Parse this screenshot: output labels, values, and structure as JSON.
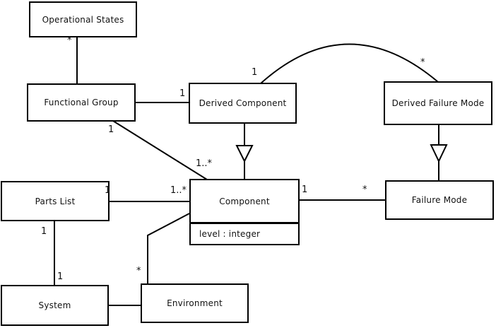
{
  "diagram": {
    "type": "uml-class-diagram",
    "colors": {
      "background": "#ffffff",
      "stroke": "#000000",
      "text": "#111111"
    },
    "classes": {
      "operational_states": {
        "label": "Operational States"
      },
      "functional_group": {
        "label": "Functional Group"
      },
      "derived_component": {
        "label": "Derived Component"
      },
      "derived_failure_mode": {
        "label": "Derived Failure Mode"
      },
      "parts_list": {
        "label": "Parts List"
      },
      "component": {
        "label": "Component",
        "attributes": [
          "level : integer"
        ]
      },
      "failure_mode": {
        "label": "Failure Mode"
      },
      "system": {
        "label": "System"
      },
      "environment": {
        "label": "Environment"
      }
    },
    "edges": [
      {
        "id": "operational_states-functional_group",
        "from": "operational_states",
        "to": "functional_group",
        "kind": "association",
        "labels": [
          {
            "text": "*",
            "near": "operational_states"
          }
        ]
      },
      {
        "id": "functional_group-derived_component",
        "from": "functional_group",
        "to": "derived_component",
        "kind": "association",
        "labels": [
          {
            "text": "1",
            "near": "derived_component"
          }
        ]
      },
      {
        "id": "derived_component-derived_failure_mode-arc",
        "from": "derived_component",
        "to": "derived_failure_mode",
        "kind": "association-arc",
        "labels": [
          {
            "text": "1",
            "near": "derived_component"
          },
          {
            "text": "*",
            "near": "derived_failure_mode"
          }
        ]
      },
      {
        "id": "functional_group-component",
        "from": "functional_group",
        "to": "component",
        "kind": "association",
        "labels": [
          {
            "text": "1",
            "near": "functional_group"
          },
          {
            "text": "1..*",
            "near": "component"
          }
        ]
      },
      {
        "id": "parts_list-component",
        "from": "parts_list",
        "to": "component",
        "kind": "association",
        "labels": [
          {
            "text": "1",
            "near": "parts_list"
          },
          {
            "text": "1..*",
            "near": "component"
          }
        ]
      },
      {
        "id": "component-failure_mode",
        "from": "component",
        "to": "failure_mode",
        "kind": "association",
        "labels": [
          {
            "text": "1",
            "near": "component"
          },
          {
            "text": "*",
            "near": "failure_mode"
          }
        ]
      },
      {
        "id": "parts_list-system",
        "from": "parts_list",
        "to": "system",
        "kind": "association",
        "labels": [
          {
            "text": "1",
            "near": "parts_list"
          },
          {
            "text": "1",
            "near": "system"
          }
        ]
      },
      {
        "id": "system-environment",
        "from": "system",
        "to": "environment",
        "kind": "association",
        "labels": []
      },
      {
        "id": "component-environment",
        "from": "component",
        "to": "environment",
        "kind": "association",
        "labels": [
          {
            "text": "*",
            "near": "environment"
          }
        ]
      },
      {
        "id": "derived_component-component-generalization",
        "from": "derived_component",
        "to": "component",
        "kind": "generalization",
        "labels": []
      },
      {
        "id": "derived_failure_mode-failure_mode-generalization",
        "from": "derived_failure_mode",
        "to": "failure_mode",
        "kind": "generalization",
        "labels": []
      }
    ]
  }
}
